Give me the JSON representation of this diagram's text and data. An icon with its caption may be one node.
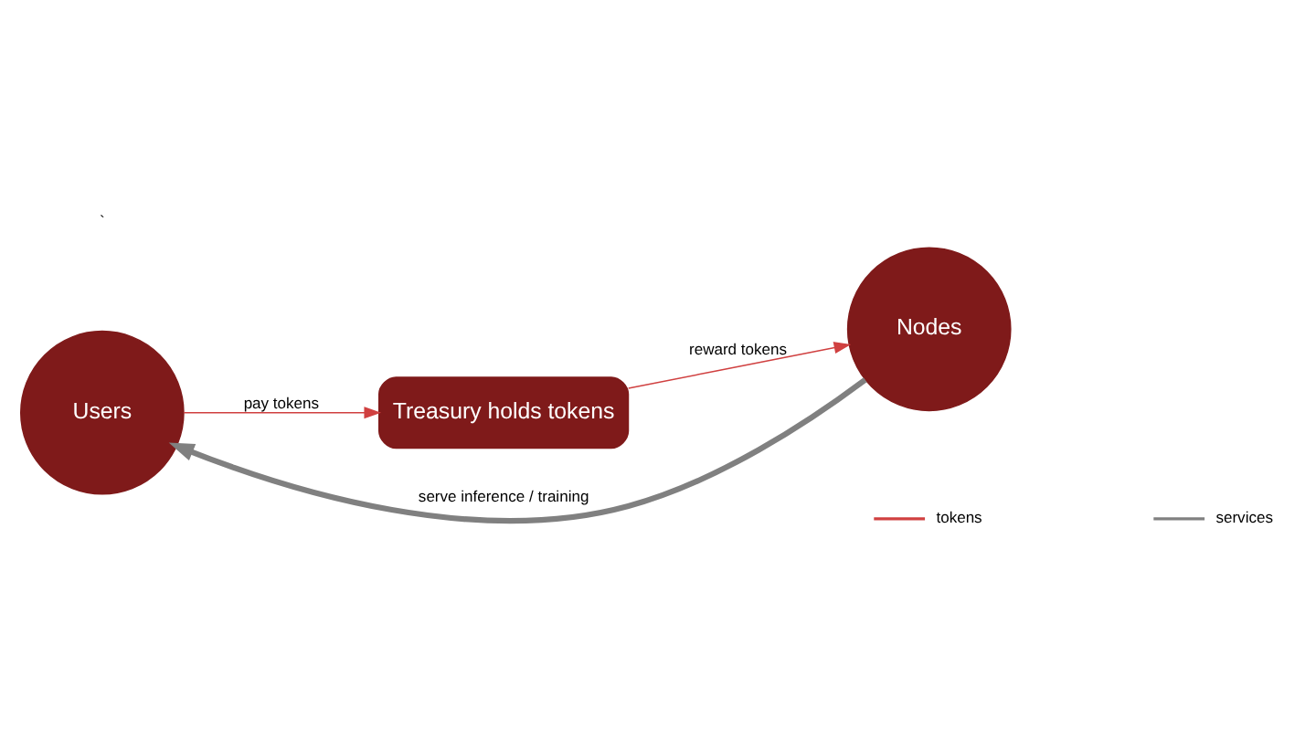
{
  "diagram": {
    "nodes": [
      {
        "text": [
          "Users"
        ]
      },
      {
        "text": [
          "Nodes"
        ]
      },
      {
        "text": [
          "Treasury holds tokens"
        ]
      }
    ],
    "edges": [
      {
        "from": 1,
        "to": 0,
        "arrow": "to",
        "label": "serve inference / training",
        "style": "thick",
        "color": "#808080"
      },
      {
        "from": 0,
        "to": 2,
        "arrow": "to",
        "label": "pay tokens"
      },
      {
        "from": 2,
        "to": 1,
        "arrow": "to",
        "label": "reward tokens"
      }
    ],
    "labels": [
      "`"
    ],
    "legend": [
      {
        "text": "tokens"
      },
      {
        "text": "services"
      }
    ]
  }
}
